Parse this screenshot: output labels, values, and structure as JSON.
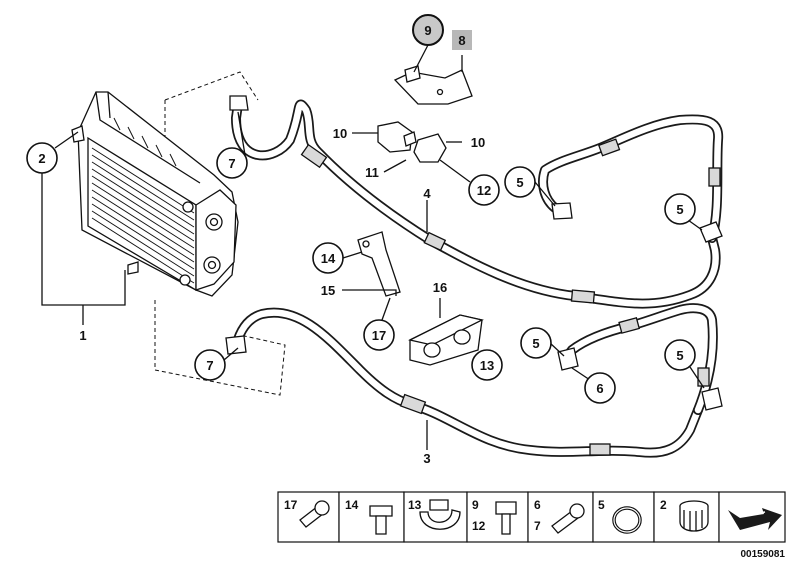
{
  "diagram": {
    "callouts": {
      "c1": "1",
      "c2": "2",
      "c3": "3",
      "c4": "4",
      "c5a": "5",
      "c5b": "5",
      "c5c": "5",
      "c5d": "5",
      "c6": "6",
      "c7a": "7",
      "c7b": "7",
      "c8": "8",
      "c9": "9",
      "c10a": "10",
      "c10b": "10",
      "c11": "11",
      "c12": "12",
      "c13": "13",
      "c14": "14",
      "c15": "15",
      "c16": "16",
      "c17": "17"
    },
    "legend": {
      "cell1": {
        "a": "17"
      },
      "cell2": {
        "a": "14"
      },
      "cell3": {
        "a": "13"
      },
      "cell4": {
        "a": "9",
        "b": "12"
      },
      "cell5": {
        "a": "6",
        "b": "7"
      },
      "cell6": {
        "a": "5"
      },
      "cell7": {
        "a": "2"
      }
    },
    "diagram_number": "00159081"
  }
}
